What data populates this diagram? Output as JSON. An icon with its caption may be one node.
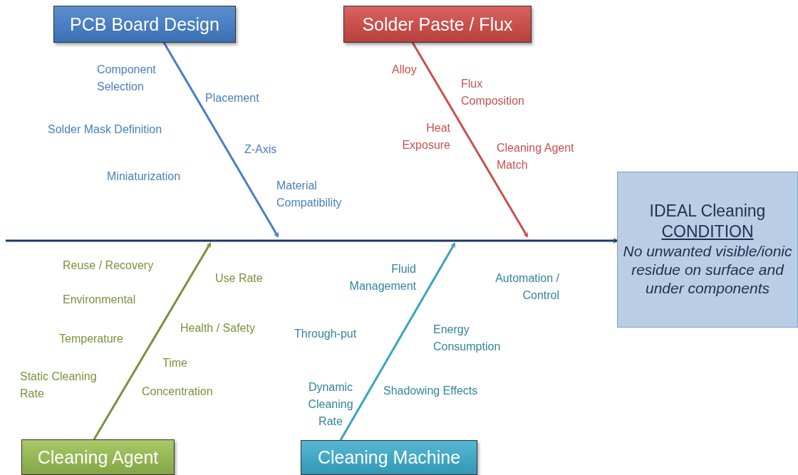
{
  "diagram": {
    "nodes": [
      {
        "text": [
          "PCB Board Design"
        ]
      },
      {
        "text": [
          "Solder Paste / Flux"
        ]
      },
      {
        "text": [
          "Cleaning Agent"
        ]
      },
      {
        "text": [
          "Cleaning Machine"
        ]
      },
      {
        "text": [
          "IDEAL Cleaning",
          "CONDITION",
          "No unwanted visible/ionic residue on surface and under components"
        ]
      }
    ],
    "edges": [
      {
        "from": null,
        "to": 4,
        "arrow": "to",
        "color": "#1f3864"
      },
      {
        "from": 0,
        "to": null,
        "arrow": "to",
        "color": "#4a7ec0"
      },
      {
        "from": 1,
        "to": null,
        "arrow": "to",
        "color": "#c9504d"
      },
      {
        "from": 2,
        "to": null,
        "arrow": "to",
        "color": "#77933c"
      },
      {
        "from": 3,
        "to": null,
        "arrow": "to",
        "color": "#3aa3c0"
      }
    ],
    "labels": [
      "Component Selection",
      "Placement",
      "Solder Mask Definition",
      "Z-Axis",
      "Miniaturization",
      "Material Compatibility",
      "Alloy",
      "Flux Composition",
      "Heat Exposure",
      "Cleaning Agent Match",
      "Reuse / Recovery",
      "Use Rate",
      "Environmental",
      "Health / Safety",
      "Temperature",
      "Time",
      "Static Cleaning Rate",
      "Concentration",
      "Fluid Management",
      "Automation / Control",
      "Through-put",
      "Energy Consumption",
      "Dynamic Cleaning Rate",
      "Shadowing Effects"
    ]
  }
}
